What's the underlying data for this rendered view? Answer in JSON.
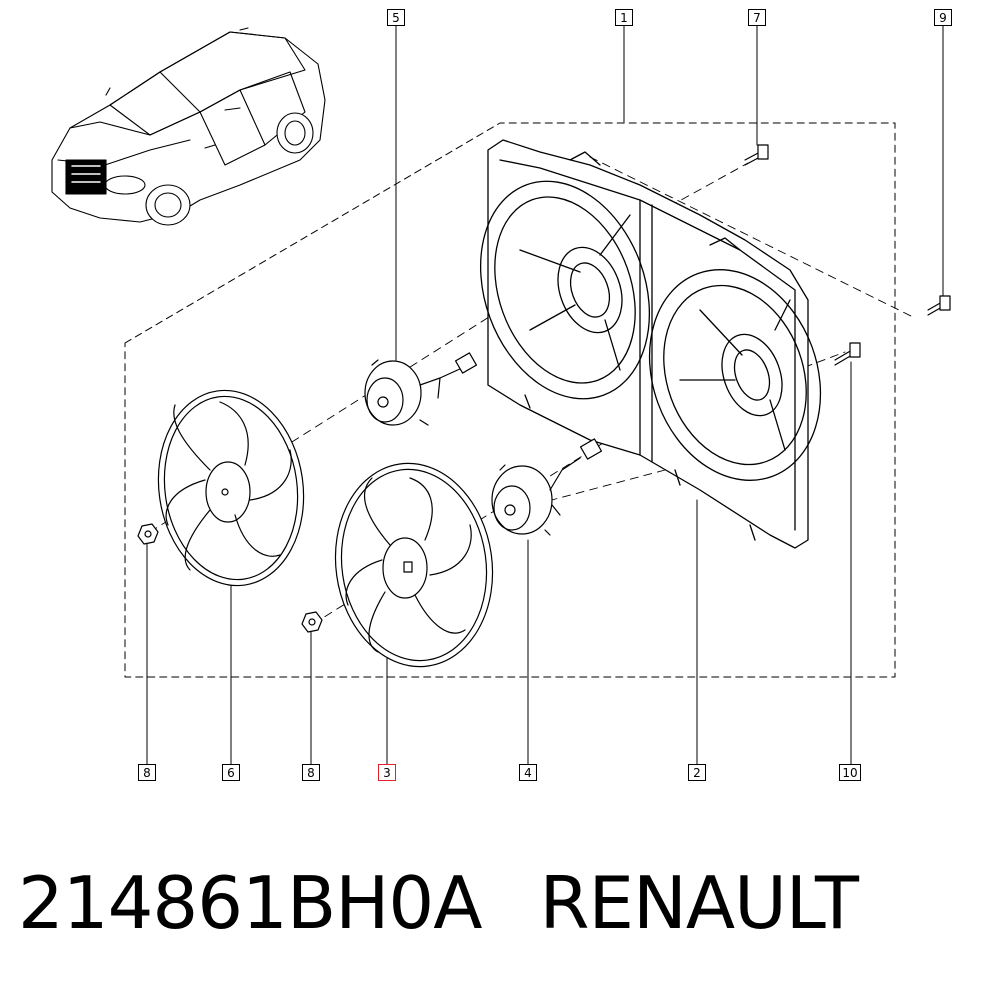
{
  "diagram": {
    "callouts": [
      {
        "id": "c1",
        "label": "1"
      },
      {
        "id": "c2",
        "label": "2"
      },
      {
        "id": "c3",
        "label": "3",
        "selected": true
      },
      {
        "id": "c4",
        "label": "4"
      },
      {
        "id": "c5",
        "label": "5"
      },
      {
        "id": "c6",
        "label": "6"
      },
      {
        "id": "c7",
        "label": "7"
      },
      {
        "id": "c8a",
        "label": "8"
      },
      {
        "id": "c8b",
        "label": "8"
      },
      {
        "id": "c9",
        "label": "9"
      },
      {
        "id": "c10",
        "label": "10"
      }
    ],
    "selected_color": "#e0202a"
  },
  "caption": {
    "part_number": "214861BH0A",
    "brand": "RENAULT"
  }
}
